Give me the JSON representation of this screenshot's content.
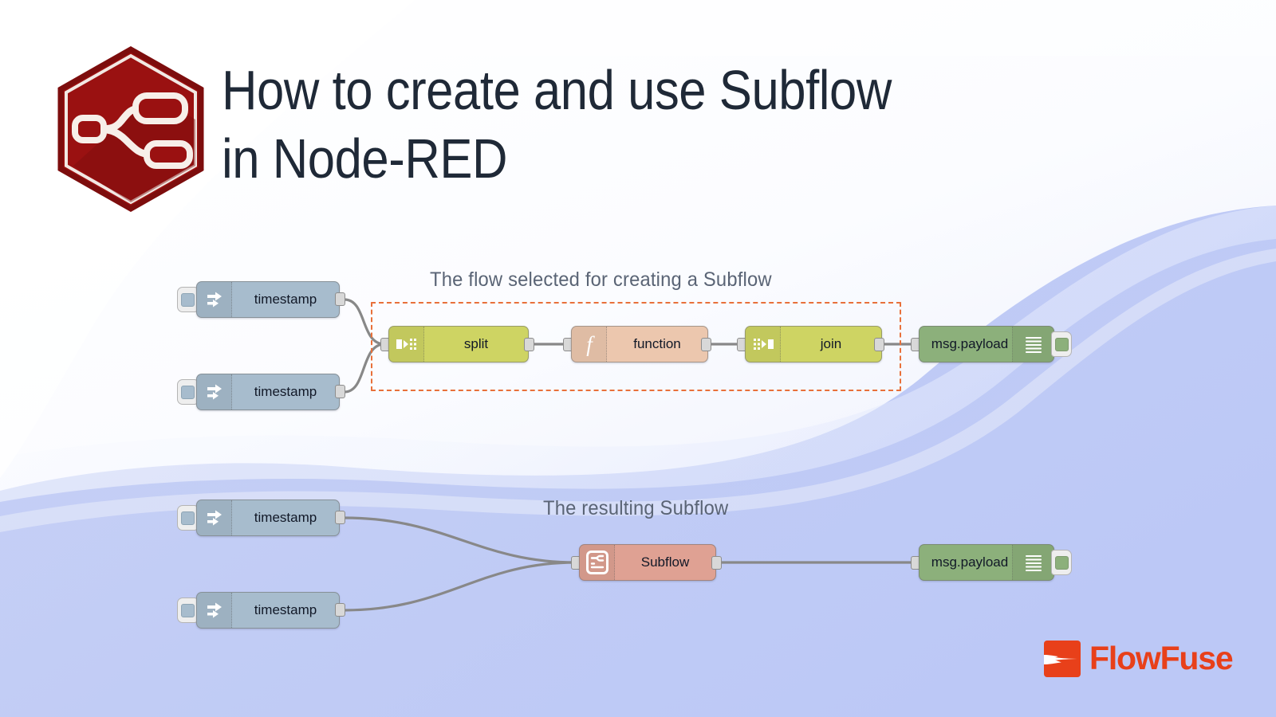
{
  "header": {
    "title": "How to create and use Subflow\nin Node-RED",
    "logo_icon": "node-red-hexagon-logo"
  },
  "brand": {
    "name": "FlowFuse",
    "mark_icon": "flowfuse-mark-icon",
    "color": "#e8401a"
  },
  "colors": {
    "background_lavender": "#c3cdf5",
    "background_light": "#f4f6fe",
    "selection_dashed": "#e8703a",
    "wire": "#888888",
    "inject_node": "#a7bccd",
    "split_join_node": "#ced463",
    "function_node": "#ecc7ae",
    "debug_node": "#8cb07b",
    "subflow_node": "#dfa193",
    "title_text": "#1f2937",
    "caption_text": "#5a6475"
  },
  "diagrams": [
    {
      "id": "before",
      "caption": "The flow selected for creating a Subflow",
      "selection_label": "selected-nodes-outline",
      "nodes": [
        {
          "id": "inject-1",
          "type": "inject",
          "label": "timestamp",
          "icon": "inject-arrow-icon"
        },
        {
          "id": "inject-2",
          "type": "inject",
          "label": "timestamp",
          "icon": "inject-arrow-icon"
        },
        {
          "id": "split",
          "type": "split",
          "label": "split",
          "icon": "split-icon"
        },
        {
          "id": "function",
          "type": "function",
          "label": "function",
          "icon": "function-f-icon"
        },
        {
          "id": "join",
          "type": "join",
          "label": "join",
          "icon": "join-icon"
        },
        {
          "id": "debug-1",
          "type": "debug",
          "label": "msg.payload",
          "icon": "debug-lines-icon"
        }
      ]
    },
    {
      "id": "after",
      "caption": "The resulting Subflow",
      "nodes": [
        {
          "id": "inject-3",
          "type": "inject",
          "label": "timestamp",
          "icon": "inject-arrow-icon"
        },
        {
          "id": "inject-4",
          "type": "inject",
          "label": "timestamp",
          "icon": "inject-arrow-icon"
        },
        {
          "id": "subflow",
          "type": "subflow",
          "label": "Subflow",
          "icon": "subflow-icon"
        },
        {
          "id": "debug-2",
          "type": "debug",
          "label": "msg.payload",
          "icon": "debug-lines-icon"
        }
      ]
    }
  ]
}
